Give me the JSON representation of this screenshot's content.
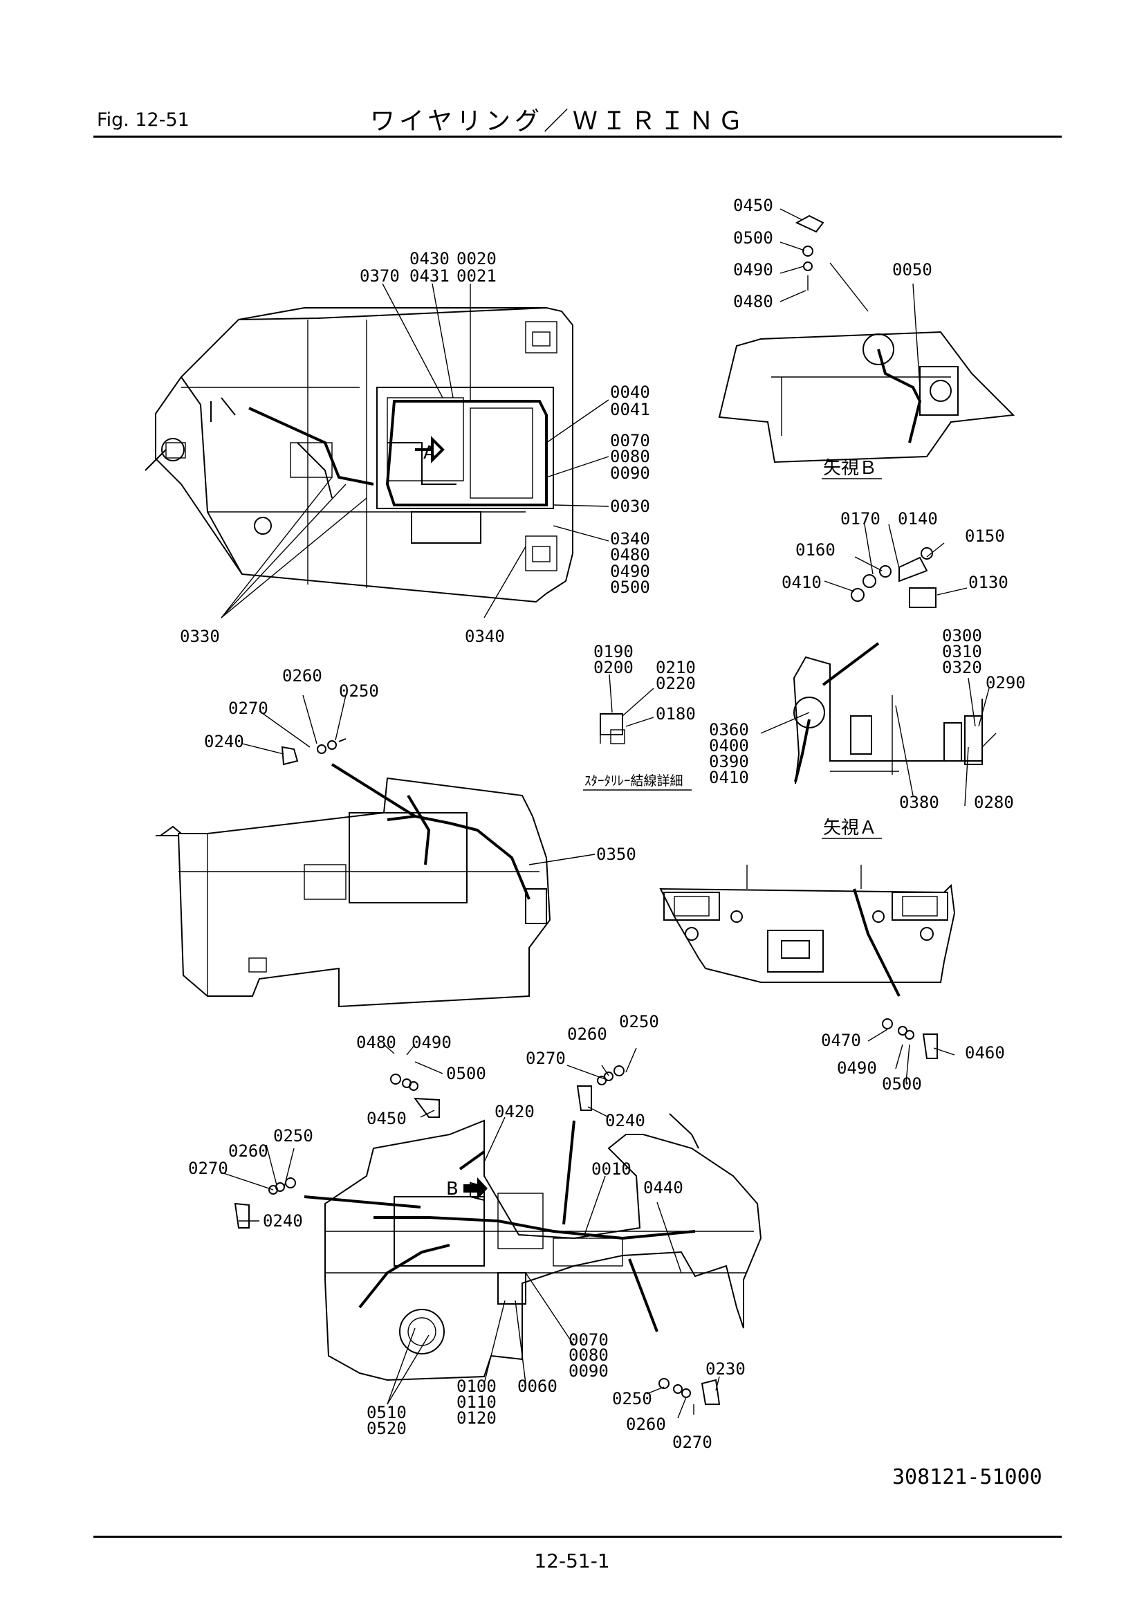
{
  "header": {
    "fig": "Fig.  12-51",
    "title": "ワイヤリング／ＷＩＲＩＮＧ"
  },
  "footer": {
    "doc_no": "308121-51000",
    "page_no": "12-51-1"
  },
  "views": {
    "view_b": "矢視Ｂ",
    "view_a": "矢視Ａ",
    "starter_detail": "ｽﾀｰﾀﾘﾚｰ結線詳細",
    "marker_a": "A",
    "marker_b": "B"
  },
  "part_labels": {
    "p0020": "0020",
    "p0021": "0021",
    "p0430": "0430",
    "p0431": "0431",
    "p0370": "0370",
    "p0040": "0040",
    "p0041": "0041",
    "p0070": "0070",
    "p0080": "0080",
    "p0090": "0090",
    "p0030": "0030",
    "p0340": "0340",
    "p0480": "0480",
    "p0490": "0490",
    "p0500": "0500",
    "p0330": "0330",
    "p0340b": "0340",
    "p0450": "0450",
    "p0500b": "0500",
    "p0490b": "0490",
    "p0480b": "0480",
    "p0050": "0050",
    "p0170": "0170",
    "p0140": "0140",
    "p0150": "0150",
    "p0160": "0160",
    "p0410": "0410",
    "p0130": "0130",
    "p0300": "0300",
    "p0310": "0310",
    "p0320": "0320",
    "p0290": "0290",
    "p0360": "0360",
    "p0400": "0400",
    "p0390": "0390",
    "p0410b": "0410",
    "p0380": "0380",
    "p0280": "0280",
    "p0190": "0190",
    "p0200": "0200",
    "p0210": "0210",
    "p0220": "0220",
    "p0180": "0180",
    "p0260": "0260",
    "p0250": "0250",
    "p0270": "0270",
    "p0240": "0240",
    "p0350": "0350",
    "p0470": "0470",
    "p0490c": "0490",
    "p0500c": "0500",
    "p0460": "0460",
    "p0480c": "0480",
    "p0490d": "0490",
    "p0500d": "0500",
    "p0450b": "0450",
    "p0420": "0420",
    "p0260b": "0260",
    "p0250b": "0250",
    "p0270b": "0270",
    "p0240b": "0240",
    "p0250c": "0250",
    "p0260c": "0260",
    "p0270c": "0270",
    "p0240c": "0240",
    "p0010": "0010",
    "p0440": "0440",
    "p0070b": "0070",
    "p0080b": "0080",
    "p0090b": "0090",
    "p0100": "0100",
    "p0110": "0110",
    "p0120": "0120",
    "p0060": "0060",
    "p0510": "0510",
    "p0520": "0520",
    "p0230": "0230",
    "p0250d": "0250",
    "p0260d": "0260",
    "p0270d": "0270"
  }
}
